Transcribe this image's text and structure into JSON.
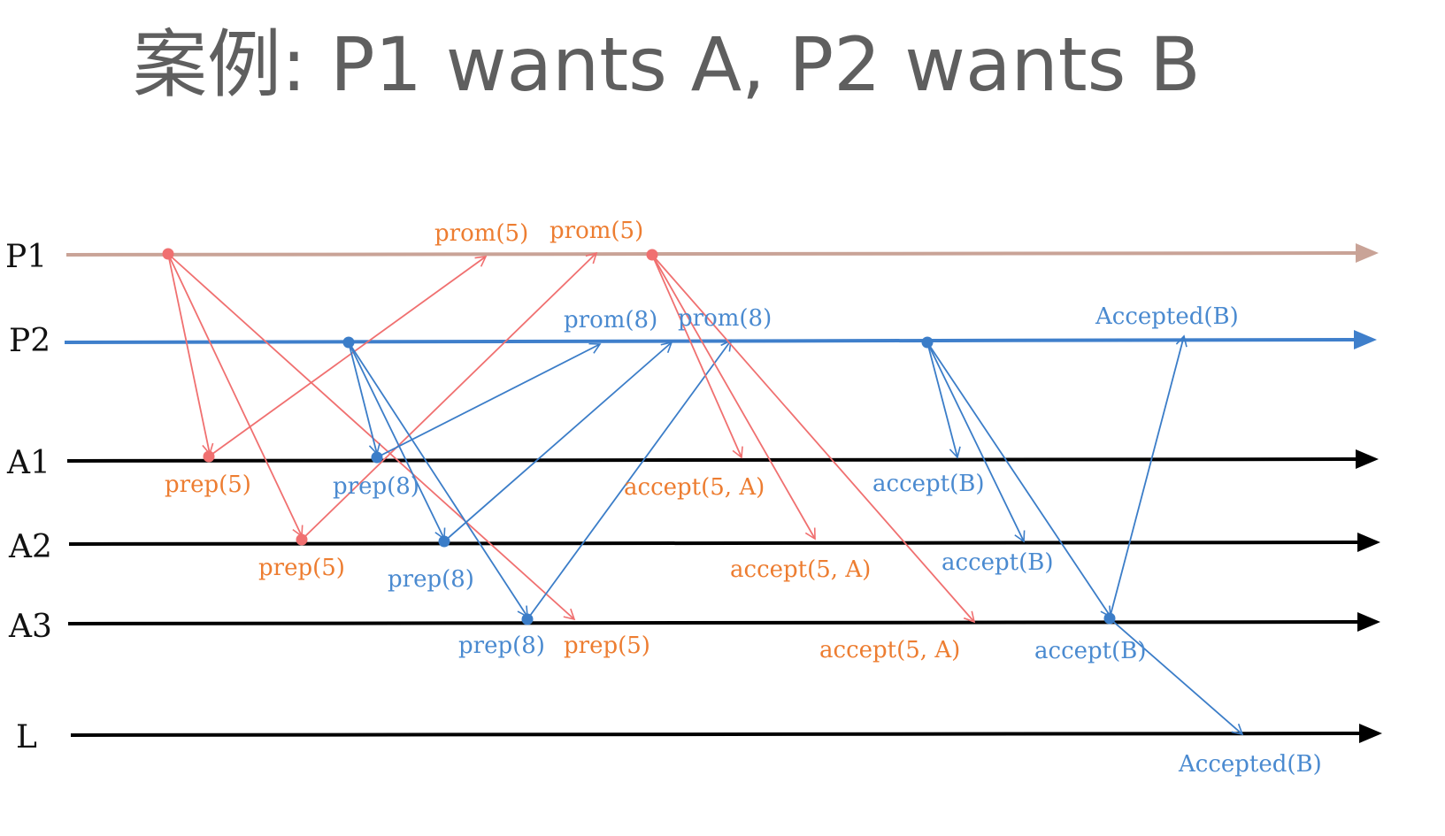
{
  "title": "案例: P1 wants A, P2 wants B",
  "colors": {
    "p1_line": "#c9a397",
    "p2_line": "#3f7fcb",
    "acceptor_line": "#000000",
    "red_arrow": "#f07070",
    "red_label": "#ed7d31",
    "blue_arrow": "#3b7dc8",
    "blue_label": "#4a8ad0"
  },
  "lanes": [
    {
      "id": "P1",
      "label": "P1"
    },
    {
      "id": "P2",
      "label": "P2"
    },
    {
      "id": "A1",
      "label": "A1"
    },
    {
      "id": "A2",
      "label": "A2"
    },
    {
      "id": "A3",
      "label": "A3"
    },
    {
      "id": "L",
      "label": "L"
    }
  ],
  "message_labels": [
    {
      "id": "p1-prom5-a",
      "text": "prom(5)",
      "color": "red"
    },
    {
      "id": "p1-prom5-b",
      "text": "prom(5)",
      "color": "red"
    },
    {
      "id": "p2-prom8-a",
      "text": "prom(8)",
      "color": "blue"
    },
    {
      "id": "p2-prom8-b",
      "text": "prom(8)",
      "color": "blue"
    },
    {
      "id": "p2-accepted-b",
      "text": "Accepted(B)",
      "color": "blue"
    },
    {
      "id": "a1-prep5",
      "text": "prep(5)",
      "color": "red"
    },
    {
      "id": "a1-prep8",
      "text": "prep(8)",
      "color": "blue"
    },
    {
      "id": "a1-accept5a",
      "text": "accept(5, A)",
      "color": "red"
    },
    {
      "id": "a1-acceptb",
      "text": "accept(B)",
      "color": "blue"
    },
    {
      "id": "a2-prep5",
      "text": "prep(5)",
      "color": "red"
    },
    {
      "id": "a2-prep8",
      "text": "prep(8)",
      "color": "blue"
    },
    {
      "id": "a2-accept5a",
      "text": "accept(5, A)",
      "color": "red"
    },
    {
      "id": "a2-acceptb",
      "text": "accept(B)",
      "color": "blue"
    },
    {
      "id": "a3-prep8",
      "text": "prep(8)",
      "color": "blue"
    },
    {
      "id": "a3-prep5",
      "text": "prep(5)",
      "color": "red"
    },
    {
      "id": "a3-accept5a",
      "text": "accept(5, A)",
      "color": "red"
    },
    {
      "id": "a3-acceptb",
      "text": "accept(B)",
      "color": "blue"
    },
    {
      "id": "l-accepted-b",
      "text": "Accepted(B)",
      "color": "blue"
    }
  ]
}
